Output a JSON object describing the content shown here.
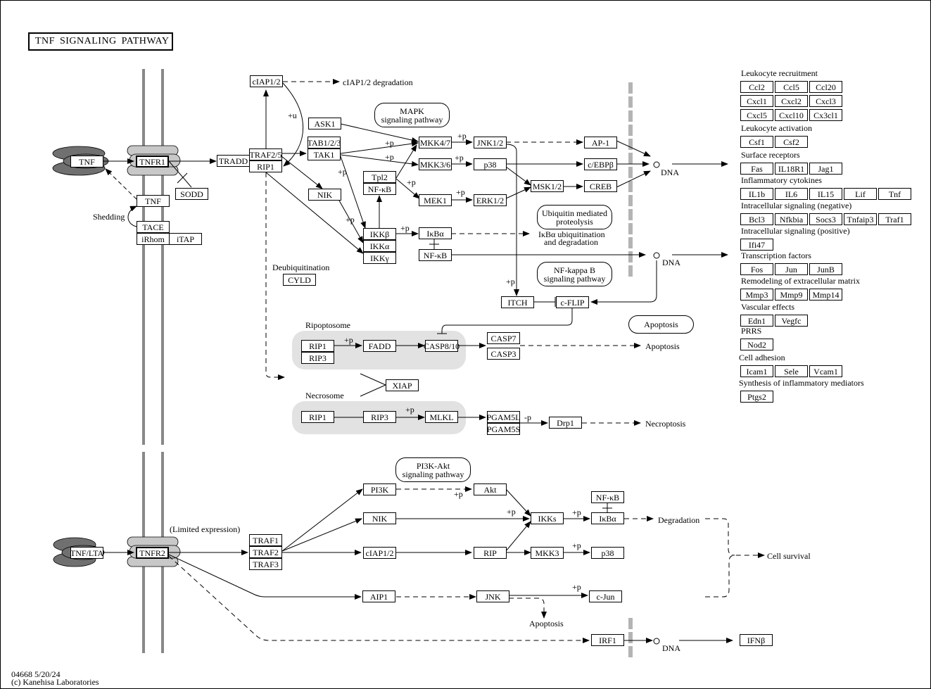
{
  "title": "TNF SIGNALING PATHWAY",
  "footer": {
    "line1": "04668 5/20/24",
    "line2": "(c) Kanehisa Laboratories"
  },
  "nodes": {
    "tnf_ligand": "TNF",
    "tnfr1": "TNFR1",
    "tnf_membrane": "TNF",
    "sodd": "SODD",
    "tace": "TACE",
    "irhom": "iRhom",
    "itap": "iTAP",
    "tradd": "TRADD",
    "traf25": "TRAF2/5",
    "rip1_top": "RIP1",
    "ciap12_top": "cIAP1/2",
    "ask1": "ASK1",
    "tab123": "TAB1/2/3",
    "tak1": "TAK1",
    "nik_top": "NIK",
    "tpl2": "Tpl2",
    "nfkb_tpl2": "NF-κB",
    "ikkb": "IKKβ",
    "ikka": "IKKα",
    "ikkg": "IKKγ",
    "mkk47": "MKK4/7",
    "mkk36": "MKK3/6",
    "mek1": "MEK1",
    "jnk12": "JNK1/2",
    "p38_top": "p38",
    "erk12": "ERK1/2",
    "msk12": "MSK1/2",
    "ap1": "AP-1",
    "cebpb": "c/EBPβ",
    "creb": "CREB",
    "ikba_top": "IκBα",
    "nfkb_top": "NF-κB",
    "cyld": "CYLD",
    "itch": "ITCH",
    "cflip": "c-FLIP",
    "rip1_ripo": "RIP1",
    "rip3_ripo": "RIP3",
    "fadd": "FADD",
    "casp810": "CASP8/10",
    "casp7": "CASP7",
    "casp3": "CASP3",
    "xiap": "XIAP",
    "rip1_necro": "RIP1",
    "rip3_necro": "RIP3",
    "mlkl": "MLKL",
    "pgam5l": "PGAM5L",
    "pgam5s": "PGAM5S",
    "drp1": "Drp1",
    "tnflta": "TNF/LTA",
    "tnfr2": "TNFR2",
    "traf1": "TRAF1",
    "traf2": "TRAF2",
    "traf3": "TRAF3",
    "pi3k": "PI3K",
    "nik_bottom": "NIK",
    "ciap12_bottom": "cIAP1/2",
    "aip1": "AIP1",
    "akt": "Akt",
    "rip": "RIP",
    "jnk": "JNK",
    "ikks": "IKKs",
    "mkk3": "MKK3",
    "nfkb_bottom": "NF-κB",
    "ikba_bottom": "IκBα",
    "p38_bottom": "p38",
    "cjun": "c-Jun",
    "irf1": "IRF1",
    "ifnb": "IFNβ"
  },
  "maps": {
    "mapk": [
      "MAPK",
      "signaling pathway"
    ],
    "ubiquitin": [
      "Ubiquitin mediated",
      "proteolysis"
    ],
    "nfkappab": [
      "NF-kappa B",
      "signaling pathway"
    ],
    "apoptosis": [
      "Apoptosis"
    ],
    "pi3k_akt": [
      "PI3K-Akt",
      "signaling pathway"
    ]
  },
  "labels": {
    "ciap_degradation": "cIAP1/2 degradation",
    "plus_u": "+u",
    "shedding": "Shedding",
    "deubiquitination": "Deubiquitination",
    "ripoptosome": "Ripoptosome",
    "necrosome": "Necrosome",
    "ikba_ubiq_1": "IκBα ubiquitination",
    "ikba_ubiq_2": "and degradation",
    "dna_1": "DNA",
    "dna_2": "DNA",
    "dna_3": "DNA",
    "apoptosis_1": "Apoptosis",
    "necroptosis": "Necroptosis",
    "limited_expression": "(Limited expression)",
    "degradation": "Degradation",
    "cell_survival": "Cell survival",
    "apoptosis_2": "Apoptosis",
    "plus_p": "+p",
    "minus_p": "-p"
  },
  "outputs": [
    {
      "category": "Leukocyte recruitment",
      "genes": [
        "Ccl2",
        "Ccl5",
        "Ccl20",
        "Cxcl1",
        "Cxcl2",
        "Cxcl3",
        "Cxcl5",
        "Cxcl10",
        "Cx3cl1"
      ]
    },
    {
      "category": "Leukocyte activation",
      "genes": [
        "Csf1",
        "Csf2"
      ]
    },
    {
      "category": "Surface receptors",
      "genes": [
        "Fas",
        "IL18R1",
        "Jag1"
      ]
    },
    {
      "category": "Inflammatory cytokines",
      "genes": [
        "IL1b",
        "IL6",
        "IL15",
        "Lif",
        "Tnf"
      ]
    },
    {
      "category": "Intracellular signaling (negative)",
      "genes": [
        "Bcl3",
        "Nfkbia",
        "Socs3",
        "Tnfaip3",
        "Traf1"
      ]
    },
    {
      "category": "Intracellular signaling (positive)",
      "genes": [
        "Ifi47"
      ]
    },
    {
      "category": "Transcription factors",
      "genes": [
        "Fos",
        "Jun",
        "JunB"
      ]
    },
    {
      "category": "Remodeling of extracellular matrix",
      "genes": [
        "Mmp3",
        "Mmp9",
        "Mmp14"
      ]
    },
    {
      "category": "Vascular effects",
      "genes": [
        "Edn1",
        "Vegfc"
      ]
    },
    {
      "category": "PRRS",
      "genes": [
        "Nod2"
      ]
    },
    {
      "category": "Cell adhesion",
      "genes": [
        "Icam1",
        "Sele",
        "Vcam1"
      ]
    },
    {
      "category": "Synthesis of inflammatory mediators",
      "genes": [
        "Ptgs2"
      ]
    }
  ],
  "colors": {
    "membrane": "#888888",
    "receptor": "#c8c8c8",
    "ligand": "#707070",
    "complex_bg": "#e2e2e2",
    "nuclear_membrane": "#b4b4b4"
  }
}
